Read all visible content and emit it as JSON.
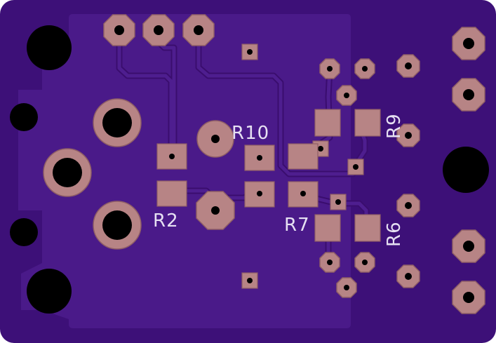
{
  "board": {
    "colors": {
      "outer_board": "#3d1078",
      "inner_copper": "#4a1a89",
      "trace": "#4e1e8f",
      "trace_edge": "#3a0d6e",
      "pad": "#b78485",
      "pad_edge": "#8f5e66",
      "hole": "#000000",
      "silkscreen": "#e6e0f2"
    },
    "labels": {
      "r10": "R10",
      "r2": "R2",
      "r7": "R7",
      "r9": "R9",
      "r6": "R6"
    }
  }
}
